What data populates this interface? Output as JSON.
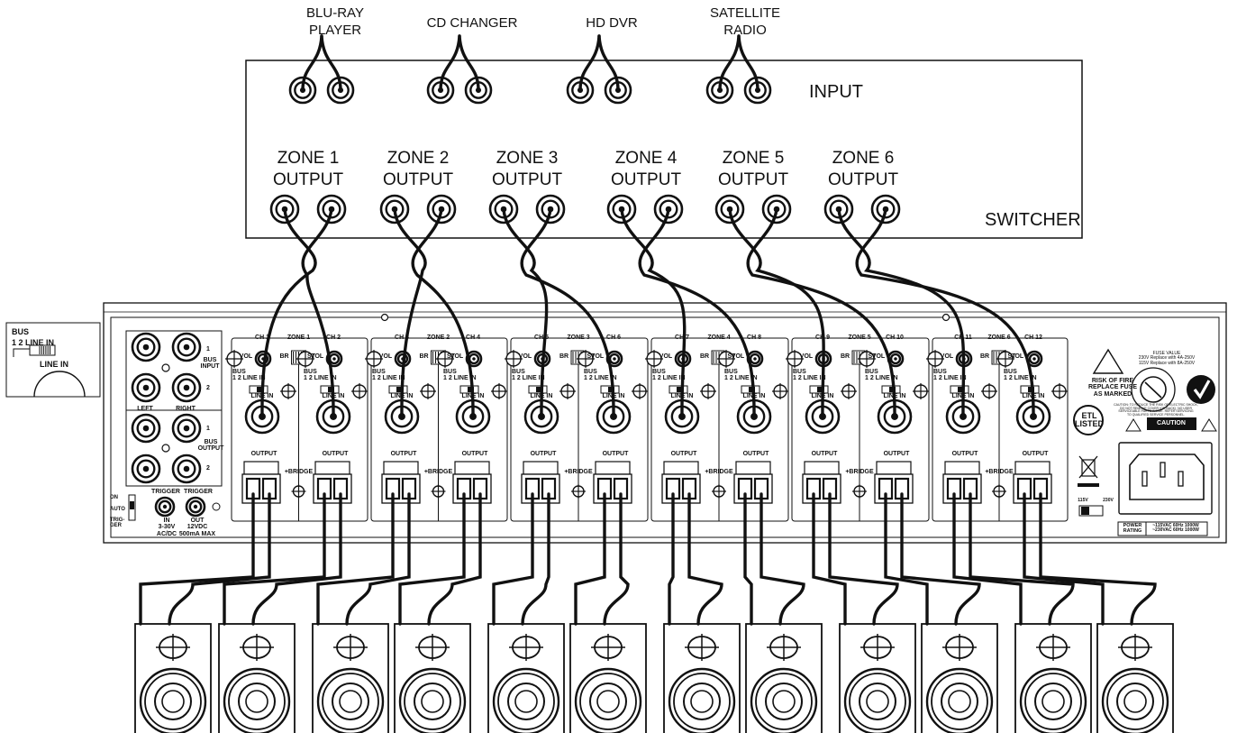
{
  "sources": [
    {
      "label": "BLU-RAY\nPLAYER"
    },
    {
      "label": "CD CHANGER"
    },
    {
      "label": "HD DVR"
    },
    {
      "label": "SATELLITE\nRADIO"
    }
  ],
  "switcher": {
    "input_label": "INPUT",
    "name": "SWITCHER",
    "zone_outputs": [
      {
        "label": "ZONE 1\nOUTPUT"
      },
      {
        "label": "ZONE 2\nOUTPUT"
      },
      {
        "label": "ZONE 3\nOUTPUT"
      },
      {
        "label": "ZONE 4\nOUTPUT"
      },
      {
        "label": "ZONE 5\nOUTPUT"
      },
      {
        "label": "ZONE 6\nOUTPUT"
      }
    ]
  },
  "inset": {
    "bus": "BUS",
    "positions": "1    2   LINE IN",
    "line_in": "LINE IN"
  },
  "amplifier": {
    "bus_input": "BUS\nINPUT",
    "bus_output": "BUS\nOUTPUT",
    "left": "LEFT",
    "right": "RIGHT",
    "one": "1",
    "two": "2",
    "trigger_switch": "ON\n\nAUTO\n\nTRIG-\nGER",
    "trigger_in_top": "TRIGGER",
    "trigger_in": "IN\n3-30V\nAC/DC",
    "trigger_out_top": "TRIGGER",
    "trigger_out": "OUT\n12VDC\n500mA MAX",
    "channel_labels": [
      "CH 1",
      "CH 2",
      "CH 3",
      "CH 4",
      "CH 5",
      "CH 6",
      "CH 7",
      "CH 8",
      "CH 9",
      "CH 10",
      "CH 11",
      "CH 12"
    ],
    "zone_labels": [
      "ZONE 1",
      "ZONE 2",
      "ZONE 3",
      "ZONE 4",
      "ZONE 5",
      "ZONE 6"
    ],
    "vol": "VOL",
    "br": "BR",
    "st": "ST",
    "bus_switch": "BUS\n1    2  LINE IN",
    "line_in": "LINE IN",
    "output": "OUTPUT",
    "bridge": "+BRIDGE",
    "fuse_value": "FUSE VALUE\n230V Replace with 4A-250V\n115V Replace with 8A-250V",
    "risk_of_fire": "RISK OF FIRE\nREPLACE FUSE\nAS MARKED",
    "caution_text": "CAUTION: TO REDUCE THE RISK OF ELECTRIC SHOCK,\nDO NOT REMOVE COVER (OR BACK). NO USER\nSERVICEABLE PARTS INSIDE. REFER SERVICING\nTO QUALIFIED SERVICE PERSONNEL.",
    "caution": "CAUTION",
    "etl": "ETL\nLISTED",
    "v115": "115V",
    "v230": "230V",
    "power_rating_label": "POWER\nRATING",
    "power_rating_value": "~115VAC 60Hz 1000W\n~230VAC 60Hz 1000W"
  },
  "colors": {
    "ink": "#111111",
    "panel": "#ffffff",
    "cable": "#111111"
  }
}
